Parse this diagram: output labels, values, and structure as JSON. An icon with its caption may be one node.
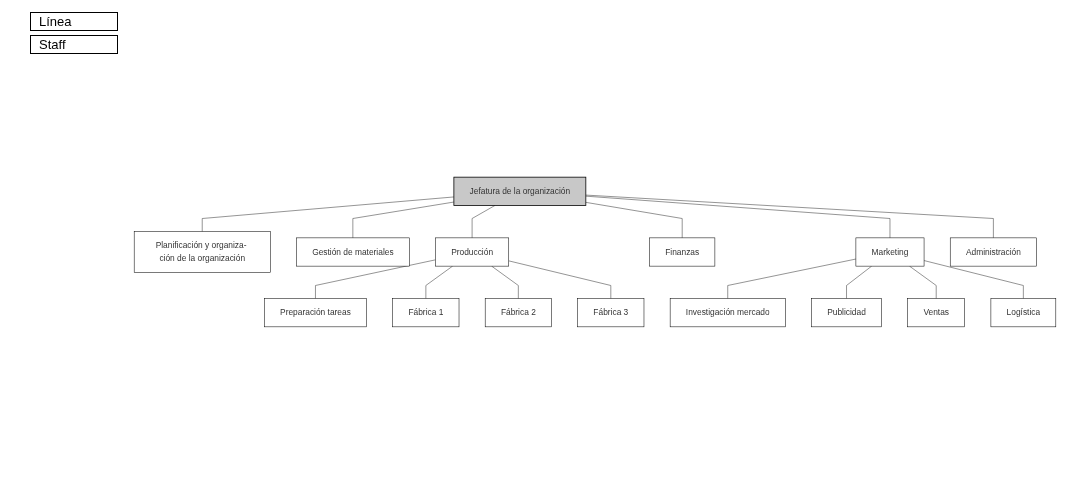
{
  "diagram": {
    "nodes": [
      {
        "text": [
          "Jefatura de la organización"
        ]
      },
      {
        "text": [
          "Planificación y organiza- ción de la organización"
        ]
      },
      {
        "text": [
          "Gestión de materiales"
        ]
      },
      {
        "text": [
          "Producción"
        ]
      },
      {
        "text": [
          "Finanzas"
        ]
      },
      {
        "text": [
          "Marketing"
        ]
      },
      {
        "text": [
          "Administración"
        ]
      },
      {
        "text": [
          "Preparación tareas"
        ]
      },
      {
        "text": [
          "Fábrica 1"
        ]
      },
      {
        "text": [
          "Fábrica 2"
        ]
      },
      {
        "text": [
          "Fábrica 3"
        ]
      },
      {
        "text": [
          "Investigación mercado"
        ]
      },
      {
        "text": [
          "Publicidad"
        ]
      },
      {
        "text": [
          "Ventas"
        ]
      },
      {
        "text": [
          "Logística"
        ]
      }
    ],
    "edges": [
      {
        "from": 0,
        "to": 1,
        "arrow": "none"
      },
      {
        "from": 0,
        "to": 2,
        "arrow": "none"
      },
      {
        "from": 0,
        "to": 3,
        "arrow": "none"
      },
      {
        "from": 0,
        "to": 4,
        "arrow": "none"
      },
      {
        "from": 0,
        "to": 5,
        "arrow": "none"
      },
      {
        "from": 0,
        "to": 6,
        "arrow": "none"
      },
      {
        "from": 3,
        "to": 7,
        "arrow": "none"
      },
      {
        "from": 3,
        "to": 8,
        "arrow": "none"
      },
      {
        "from": 3,
        "to": 9,
        "arrow": "none"
      },
      {
        "from": 3,
        "to": 10,
        "arrow": "none"
      },
      {
        "from": 5,
        "to": 11,
        "arrow": "none"
      },
      {
        "from": 5,
        "to": 12,
        "arrow": "none"
      },
      {
        "from": 5,
        "to": 13,
        "arrow": "none"
      },
      {
        "from": 5,
        "to": 14,
        "arrow": "none"
      }
    ],
    "legend": [
      {
        "text": "Línea"
      },
      {
        "text": "Staff"
      }
    ]
  }
}
